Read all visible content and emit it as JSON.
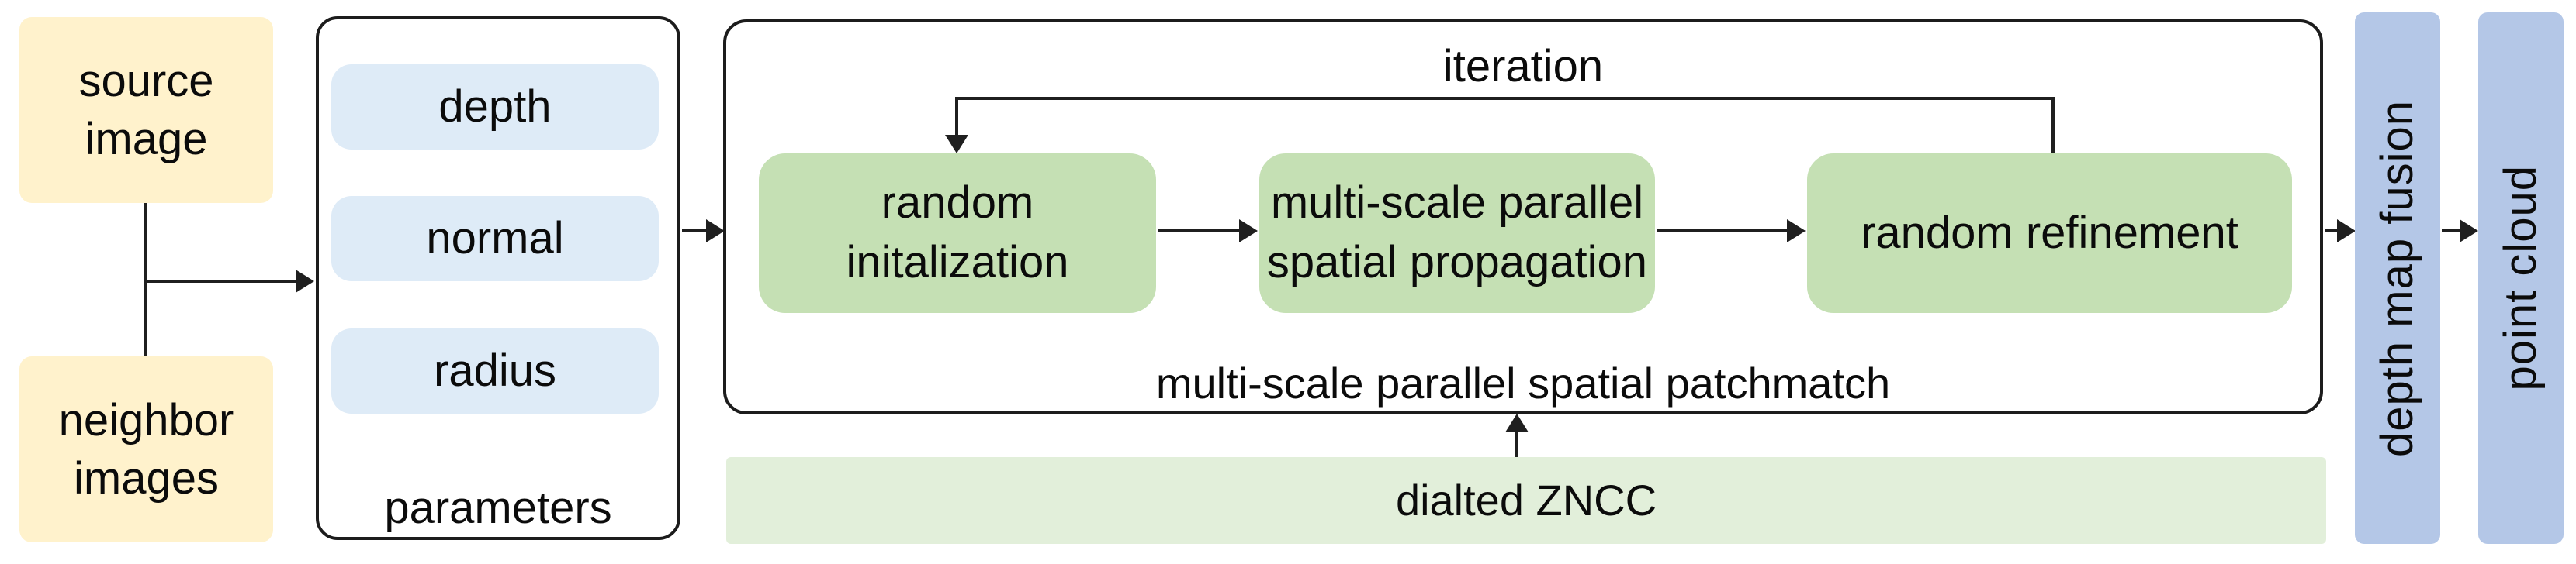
{
  "inputs": {
    "source": "source image",
    "neighbor": "neighbor images"
  },
  "parameters": {
    "label": "parameters",
    "items": [
      "depth",
      "normal",
      "radius"
    ]
  },
  "patchmatch": {
    "iteration_label": "iteration",
    "caption": "multi-scale parallel spatial patchmatch",
    "stages": [
      {
        "line1": "random",
        "line2": "initalization"
      },
      {
        "line1": "multi-scale parallel",
        "line2": "spatial propagation"
      },
      {
        "line1": "random refinement",
        "line2": ""
      }
    ]
  },
  "cost_metric": {
    "label": "dialted ZNCC"
  },
  "outputs": {
    "fusion": "depth map fusion",
    "point_cloud": "point cloud"
  },
  "colors": {
    "input_yellow": "#FFF2CC",
    "parameter_blue": "#DEEBF7",
    "stage_green": "#C5E0B4",
    "zncc_green": "#E2EFDA",
    "output_blue": "#B4C7E7",
    "line_black": "#1f1f1f"
  }
}
